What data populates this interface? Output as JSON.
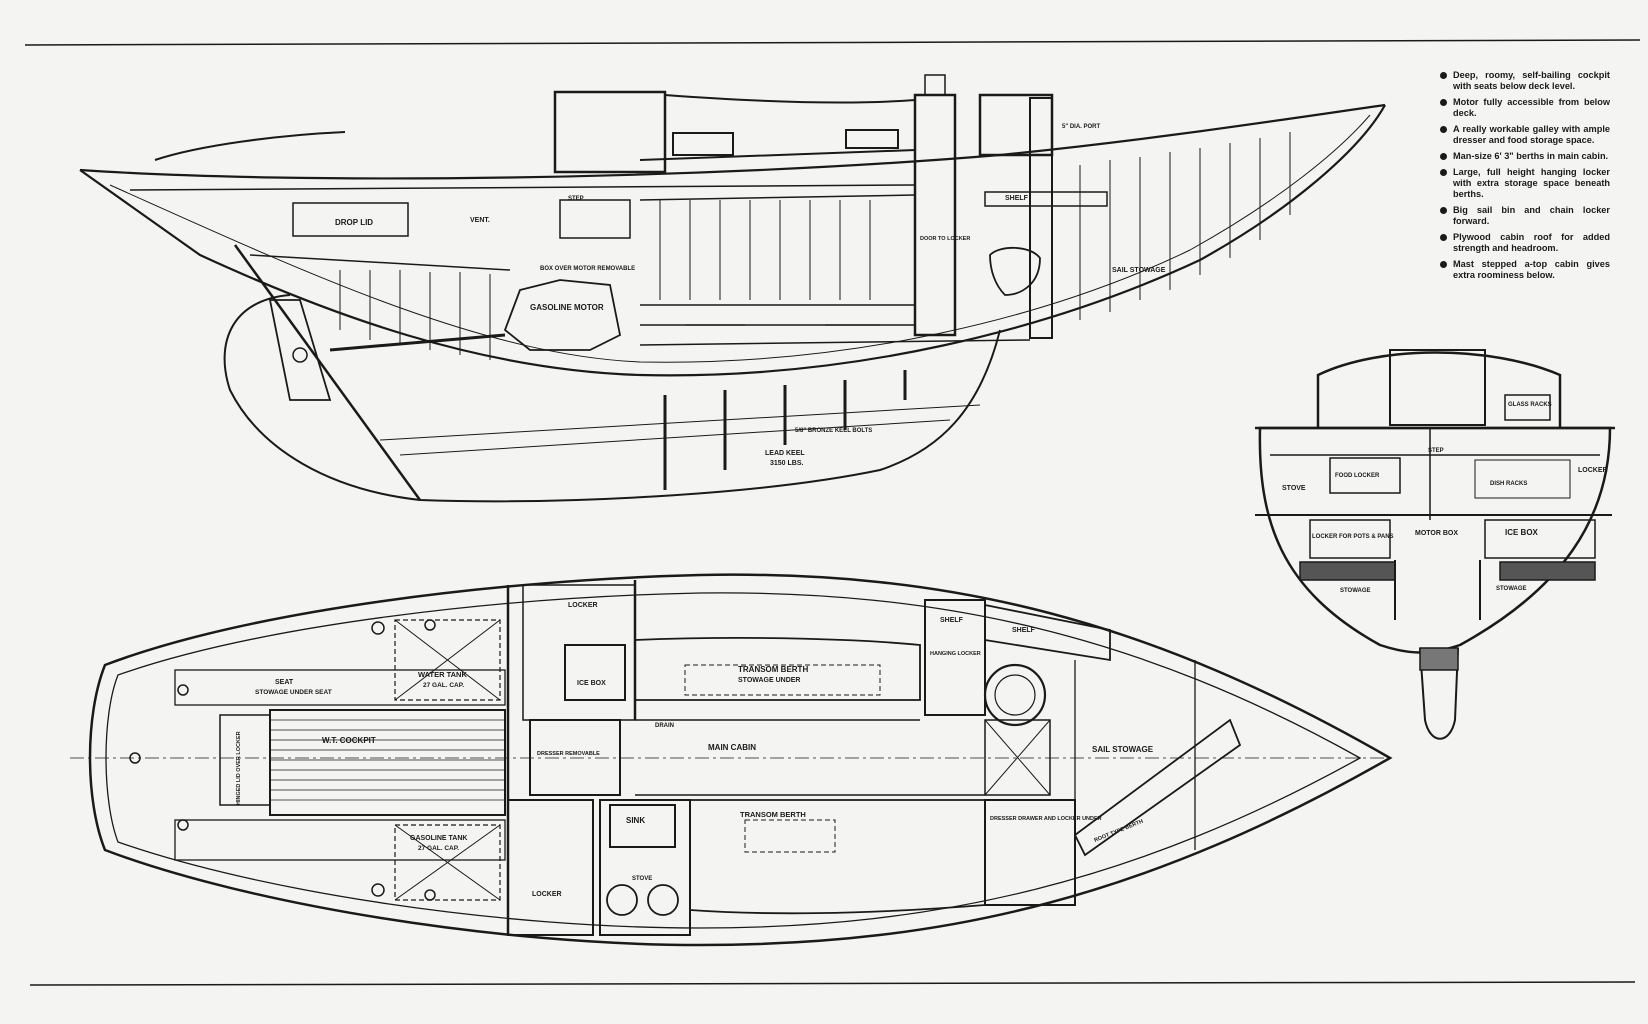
{
  "profile": {
    "drop_lid": "DROP LID",
    "vent": "VENT.",
    "step": "STEP",
    "box_over_motor": "BOX OVER MOTOR REMOVABLE",
    "gasoline_motor": "GASOLINE MOTOR",
    "dia_port": "5\" DIA. PORT",
    "door_to_locker": "DOOR TO LOCKER",
    "shelf": "SHELF",
    "sail_stowage": "SAIL STOWAGE",
    "keel_bolts": "5/8\" BRONZE KEEL BOLTS",
    "lead_keel": "LEAD KEEL",
    "lead_keel_weight": "3150 LBS."
  },
  "section": {
    "glass_racks": "GLASS RACKS",
    "step": "STEP",
    "stove": "STOVE",
    "food_locker": "FOOD LOCKER",
    "dish_racks": "DISH RACKS",
    "locker": "LOCKER",
    "locker_pots": "LOCKER FOR POTS & PANS",
    "motor_box": "MOTOR BOX",
    "ice_box": "ICE BOX",
    "stowage_left": "STOWAGE",
    "stowage_right": "STOWAGE"
  },
  "plan": {
    "locker_top": "LOCKER",
    "seat": "SEAT",
    "stowage_under_seat": "STOWAGE UNDER SEAT",
    "water_tank": "WATER TANK",
    "water_tank_cap": "27 GAL. CAP.",
    "ice_box": "ICE BOX",
    "transom_berth_top": "TRANSOM BERTH",
    "stowage_under": "STOWAGE UNDER",
    "shelf_1": "SHELF",
    "shelf_2": "SHELF",
    "hanging_locker": "HANGING LOCKER",
    "wt_cockpit": "W.T. COCKPIT",
    "hinged_lid": "HINGED LID OVER LOCKER",
    "drain": "DRAIN",
    "dresser": "DRESSER REMOVABLE",
    "main_cabin": "MAIN CABIN",
    "sail_stowage": "SAIL STOWAGE",
    "sink": "SINK",
    "transom_berth_bottom": "TRANSOM BERTH",
    "dresser_drawer": "DRESSER DRAWER AND LOCKER UNDER",
    "root_berth": "ROOT TYPE BERTH",
    "gasoline_tank": "GASOLINE TANK",
    "gasoline_tank_cap": "27 GAL. CAP.",
    "locker_bottom": "LOCKER",
    "stove": "STOVE"
  },
  "notes": [
    "Deep, roomy, self-bailing cockpit with seats below deck level.",
    "Motor fully accessible from below deck.",
    "A really workable galley with ample dresser and food storage space.",
    "Man-size 6' 3\" berths in main cabin.",
    "Large, full height hanging locker with extra storage space beneath berths.",
    "Big sail bin and chain locker forward.",
    "Plywood cabin roof for added strength and headroom.",
    "Mast stepped a-top cabin gives extra roominess below."
  ]
}
